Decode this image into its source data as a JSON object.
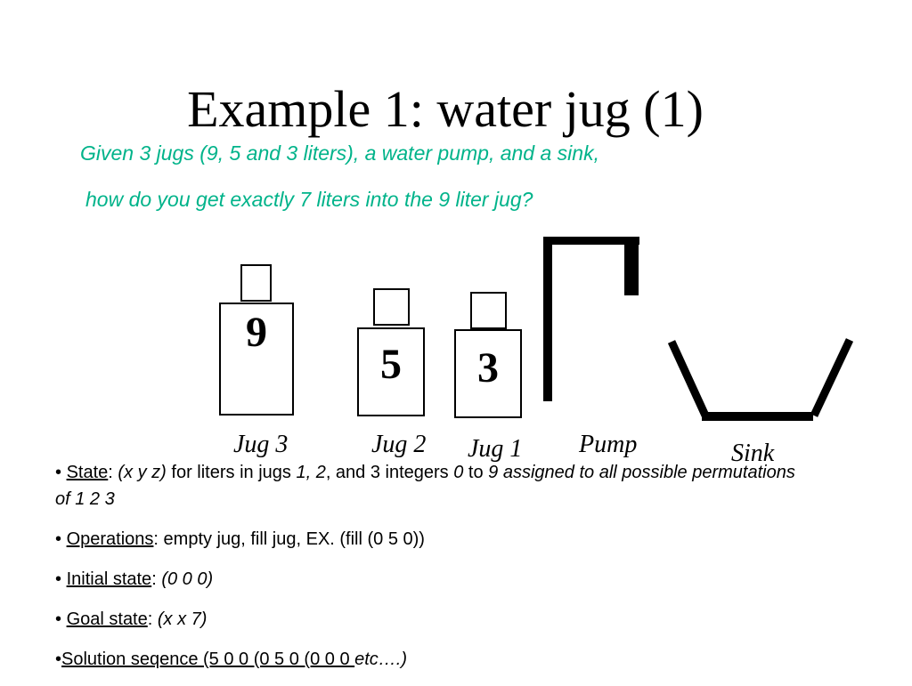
{
  "slide": {
    "title": "Example 1: water jug (1)",
    "subtitle_line1": "Given 3 jugs (9, 5 and 3 liters), a water pump, and a sink,",
    "subtitle_line2": "how do you get exactly 7 liters into the 9 liter jug?",
    "colors": {
      "subtitle": "#00b38a",
      "text": "#000000",
      "background": "#ffffff"
    }
  },
  "diagram": {
    "jugs": [
      {
        "number": "9",
        "label": "Jug 3"
      },
      {
        "number": "5",
        "label": "Jug 2"
      },
      {
        "number": "3",
        "label": "Jug 1"
      }
    ],
    "pump_label": "Pump",
    "sink_label": "Sink"
  },
  "bullets": {
    "state": {
      "marker": "•",
      "term": "State",
      "colon": ":",
      "t1": " ",
      "tuple": "(x y z)",
      "t2": " for liters in jugs ",
      "jugs": "1, 2",
      "t3": ", and 3 integers ",
      "zero": "0",
      "t4": " to ",
      "rest": "9 assigned to all possible permutations of 1 2 3"
    },
    "operations": {
      "marker": "•",
      "term": "Operations",
      "text": ": empty jug, fill jug,  EX. (fill (0 5 0))"
    },
    "initial": {
      "marker": "•",
      "term": "Initial state",
      "colon": ": ",
      "value": "(0 0 0)"
    },
    "goal": {
      "marker": "•",
      "term": "Goal state",
      "colon": ": ",
      "value": "(x x 7)"
    },
    "solution": {
      "marker": "•",
      "text": "Solution seqence  (5 0 0 (0 5 0 (0 0 0 ",
      "etc": "etc….)"
    }
  }
}
